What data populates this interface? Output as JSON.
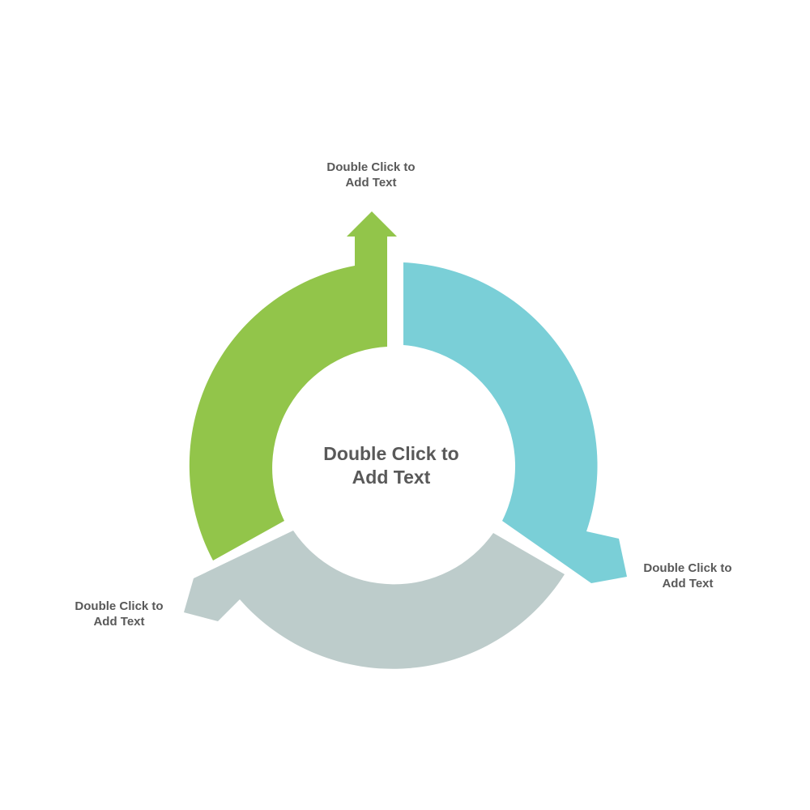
{
  "center_label": {
    "line1": "Double Click to",
    "line2": "Add Text"
  },
  "segments": [
    {
      "id": "green",
      "color": "#92C54A",
      "label": {
        "line1": "Double Click to",
        "line2": "Add Text"
      }
    },
    {
      "id": "teal",
      "color": "#7ACFD7",
      "label": {
        "line1": "Double Click to",
        "line2": "Add Text"
      }
    },
    {
      "id": "gray",
      "color": "#BDCCCB",
      "label": {
        "line1": "Double Click to",
        "line2": "Add Text"
      }
    }
  ],
  "text_color": "#595959"
}
